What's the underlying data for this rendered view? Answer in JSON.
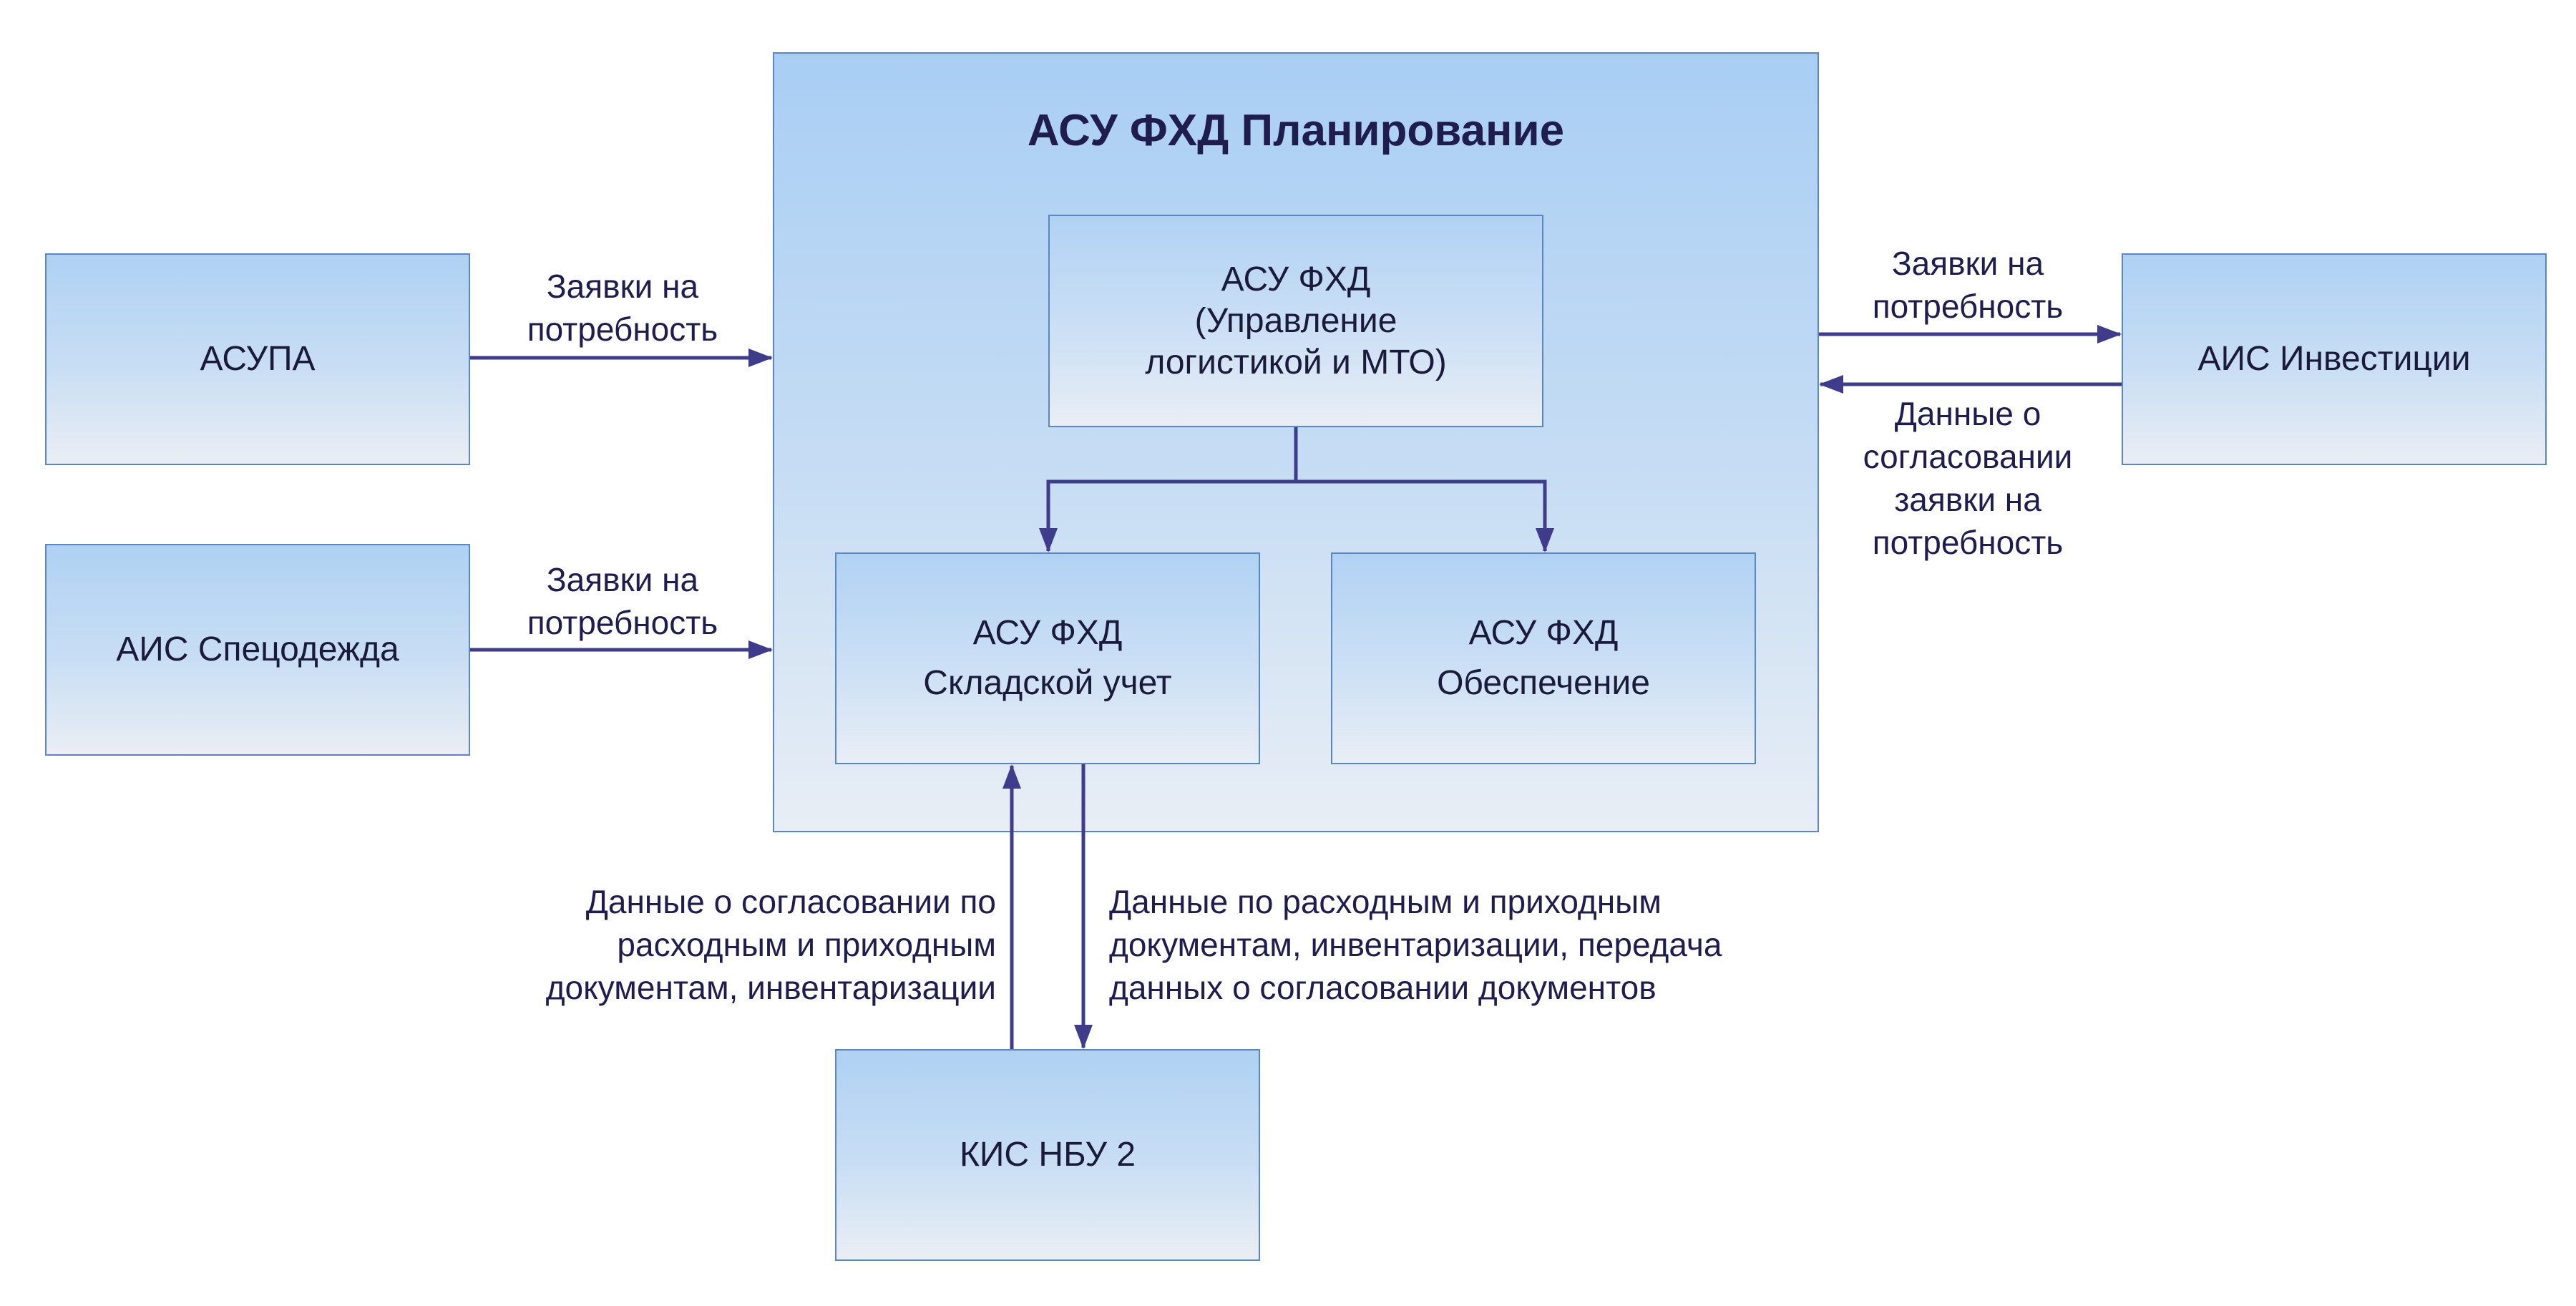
{
  "nodes": {
    "main": {
      "title": "АСУ ФХД Планирование"
    },
    "asupa": {
      "line1": "АСУПА"
    },
    "ais_specodezhda": {
      "line1": "АИС Спецодежда"
    },
    "ais_investicii": {
      "line1": "АИС Инвестиции"
    },
    "logistika": {
      "line1": "АСУ ФХД",
      "line2": "(Управление",
      "line3": "логистикой и МТО)"
    },
    "sklad": {
      "line1": "АСУ ФХД",
      "line2": "Складской учет"
    },
    "obespechenie": {
      "line1": "АСУ ФХД",
      "line2": "Обеспечение"
    },
    "kis_nbu": {
      "line1": "КИС НБУ 2"
    }
  },
  "edges": {
    "asupa_to_main": {
      "line1": "Заявки на",
      "line2": "потребность"
    },
    "specodezhda_to_main": {
      "line1": "Заявки на",
      "line2": "потребность"
    },
    "main_to_investicii": {
      "line1": "Заявки на",
      "line2": "потребность"
    },
    "investicii_to_main": {
      "line1": "Данные о",
      "line2": "согласовании",
      "line3": "заявки на",
      "line4": "потребность"
    },
    "kis_to_sklad": {
      "line1": "Данные о согласовании по",
      "line2": "расходным и приходным",
      "line3": "документам, инвентаризации"
    },
    "sklad_to_kis": {
      "line1": "Данные по расходным и приходным",
      "line2": "документам, инвентаризации, передача",
      "line3": "данных о согласовании документов"
    }
  },
  "colors": {
    "arrow": "#3f3c8c",
    "border": "#5a86c4",
    "text": "#1f1d4d"
  }
}
